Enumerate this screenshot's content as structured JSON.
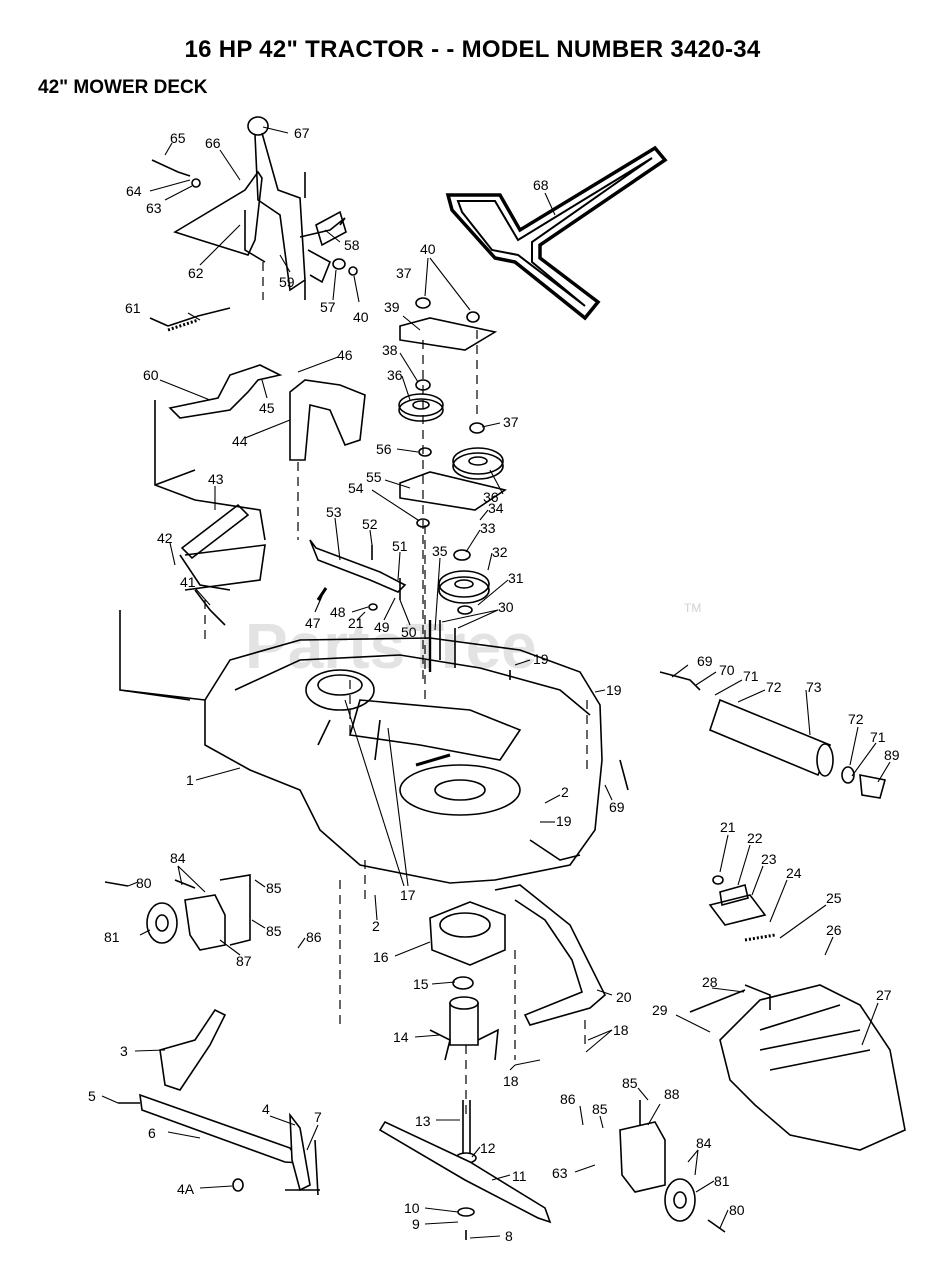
{
  "header": {
    "title": "16 HP 42\" TRACTOR - - MODEL NUMBER 3420-34",
    "subtitle": "42\" MOWER DECK"
  },
  "watermark": {
    "text": "PartsTree",
    "tm": "TM"
  },
  "callouts": [
    {
      "id": "c67",
      "label": "67"
    },
    {
      "id": "c65",
      "label": "65"
    },
    {
      "id": "c66",
      "label": "66"
    },
    {
      "id": "c64",
      "label": "64"
    },
    {
      "id": "c63a",
      "label": "63"
    },
    {
      "id": "c68",
      "label": "68"
    },
    {
      "id": "c58",
      "label": "58"
    },
    {
      "id": "c62",
      "label": "62"
    },
    {
      "id": "c59",
      "label": "59"
    },
    {
      "id": "c57",
      "label": "57"
    },
    {
      "id": "c40a",
      "label": "40"
    },
    {
      "id": "c40b",
      "label": "40"
    },
    {
      "id": "c37a",
      "label": "37"
    },
    {
      "id": "c39",
      "label": "39"
    },
    {
      "id": "c61",
      "label": "61"
    },
    {
      "id": "c38",
      "label": "38"
    },
    {
      "id": "c46",
      "label": "46"
    },
    {
      "id": "c60",
      "label": "60"
    },
    {
      "id": "c36a",
      "label": "36"
    },
    {
      "id": "c45",
      "label": "45"
    },
    {
      "id": "c37b",
      "label": "37"
    },
    {
      "id": "c44",
      "label": "44"
    },
    {
      "id": "c56",
      "label": "56"
    },
    {
      "id": "c55",
      "label": "55"
    },
    {
      "id": "c36b",
      "label": "36"
    },
    {
      "id": "c43",
      "label": "43"
    },
    {
      "id": "c54",
      "label": "54"
    },
    {
      "id": "c34",
      "label": "34"
    },
    {
      "id": "c53",
      "label": "53"
    },
    {
      "id": "c52",
      "label": "52"
    },
    {
      "id": "c33",
      "label": "33"
    },
    {
      "id": "c42",
      "label": "42"
    },
    {
      "id": "c35",
      "label": "35"
    },
    {
      "id": "c51",
      "label": "51"
    },
    {
      "id": "c32",
      "label": "32"
    },
    {
      "id": "c31",
      "label": "31"
    },
    {
      "id": "c41",
      "label": "41"
    },
    {
      "id": "c30",
      "label": "30"
    },
    {
      "id": "c48",
      "label": "48"
    },
    {
      "id": "c47",
      "label": "47"
    },
    {
      "id": "c21a",
      "label": "21"
    },
    {
      "id": "c49",
      "label": "49"
    },
    {
      "id": "c50",
      "label": "50"
    },
    {
      "id": "c19a",
      "label": "19"
    },
    {
      "id": "c69a",
      "label": "69"
    },
    {
      "id": "c70",
      "label": "70"
    },
    {
      "id": "c71a",
      "label": "71"
    },
    {
      "id": "c72a",
      "label": "72"
    },
    {
      "id": "c73",
      "label": "73"
    },
    {
      "id": "c19b",
      "label": "19"
    },
    {
      "id": "c72b",
      "label": "72"
    },
    {
      "id": "c71b",
      "label": "71"
    },
    {
      "id": "c89",
      "label": "89"
    },
    {
      "id": "c1",
      "label": "1"
    },
    {
      "id": "c2a",
      "label": "2"
    },
    {
      "id": "c19c",
      "label": "19"
    },
    {
      "id": "c69b",
      "label": "69"
    },
    {
      "id": "c21b",
      "label": "21"
    },
    {
      "id": "c22",
      "label": "22"
    },
    {
      "id": "c84a",
      "label": "84"
    },
    {
      "id": "c23",
      "label": "23"
    },
    {
      "id": "c80a",
      "label": "80"
    },
    {
      "id": "c85a",
      "label": "85"
    },
    {
      "id": "c17",
      "label": "17"
    },
    {
      "id": "c24",
      "label": "24"
    },
    {
      "id": "c25",
      "label": "25"
    },
    {
      "id": "c2b",
      "label": "2"
    },
    {
      "id": "c85b",
      "label": "85"
    },
    {
      "id": "c81a",
      "label": "81"
    },
    {
      "id": "c86a",
      "label": "86"
    },
    {
      "id": "c26",
      "label": "26"
    },
    {
      "id": "c16",
      "label": "16"
    },
    {
      "id": "c87",
      "label": "87"
    },
    {
      "id": "c15",
      "label": "15"
    },
    {
      "id": "c28",
      "label": "28"
    },
    {
      "id": "c20",
      "label": "20"
    },
    {
      "id": "c29",
      "label": "29"
    },
    {
      "id": "c27",
      "label": "27"
    },
    {
      "id": "c14",
      "label": "14"
    },
    {
      "id": "c18a",
      "label": "18"
    },
    {
      "id": "c3",
      "label": "3"
    },
    {
      "id": "c18b",
      "label": "18"
    },
    {
      "id": "c85c",
      "label": "85"
    },
    {
      "id": "c88",
      "label": "88"
    },
    {
      "id": "c5",
      "label": "5"
    },
    {
      "id": "c4",
      "label": "4"
    },
    {
      "id": "c86b",
      "label": "86"
    },
    {
      "id": "c85d",
      "label": "85"
    },
    {
      "id": "c7",
      "label": "7"
    },
    {
      "id": "c6",
      "label": "6"
    },
    {
      "id": "c13",
      "label": "13"
    },
    {
      "id": "c84b",
      "label": "84"
    },
    {
      "id": "c12",
      "label": "12"
    },
    {
      "id": "c63b",
      "label": "63"
    },
    {
      "id": "c81b",
      "label": "81"
    },
    {
      "id": "c4A",
      "label": "4A"
    },
    {
      "id": "c11",
      "label": "11"
    },
    {
      "id": "c10",
      "label": "10"
    },
    {
      "id": "c80b",
      "label": "80"
    },
    {
      "id": "c9",
      "label": "9"
    },
    {
      "id": "c8",
      "label": "8"
    }
  ]
}
